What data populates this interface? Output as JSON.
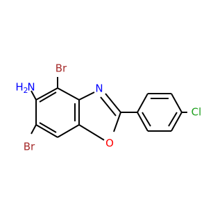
{
  "molecule": {
    "colors": {
      "bond": "#000000",
      "bromine": "#a52a2a",
      "chlorine": "#1fa01f",
      "nitrogen": "#0000ff",
      "oxygen": "#ff0000"
    },
    "labels": {
      "br_top": "Br",
      "br_bottom": "Br",
      "amine_h": "H",
      "amine_sub": "2",
      "amine_n": "N",
      "ring_n": "N",
      "ring_o": "O",
      "cl": "Cl"
    }
  }
}
